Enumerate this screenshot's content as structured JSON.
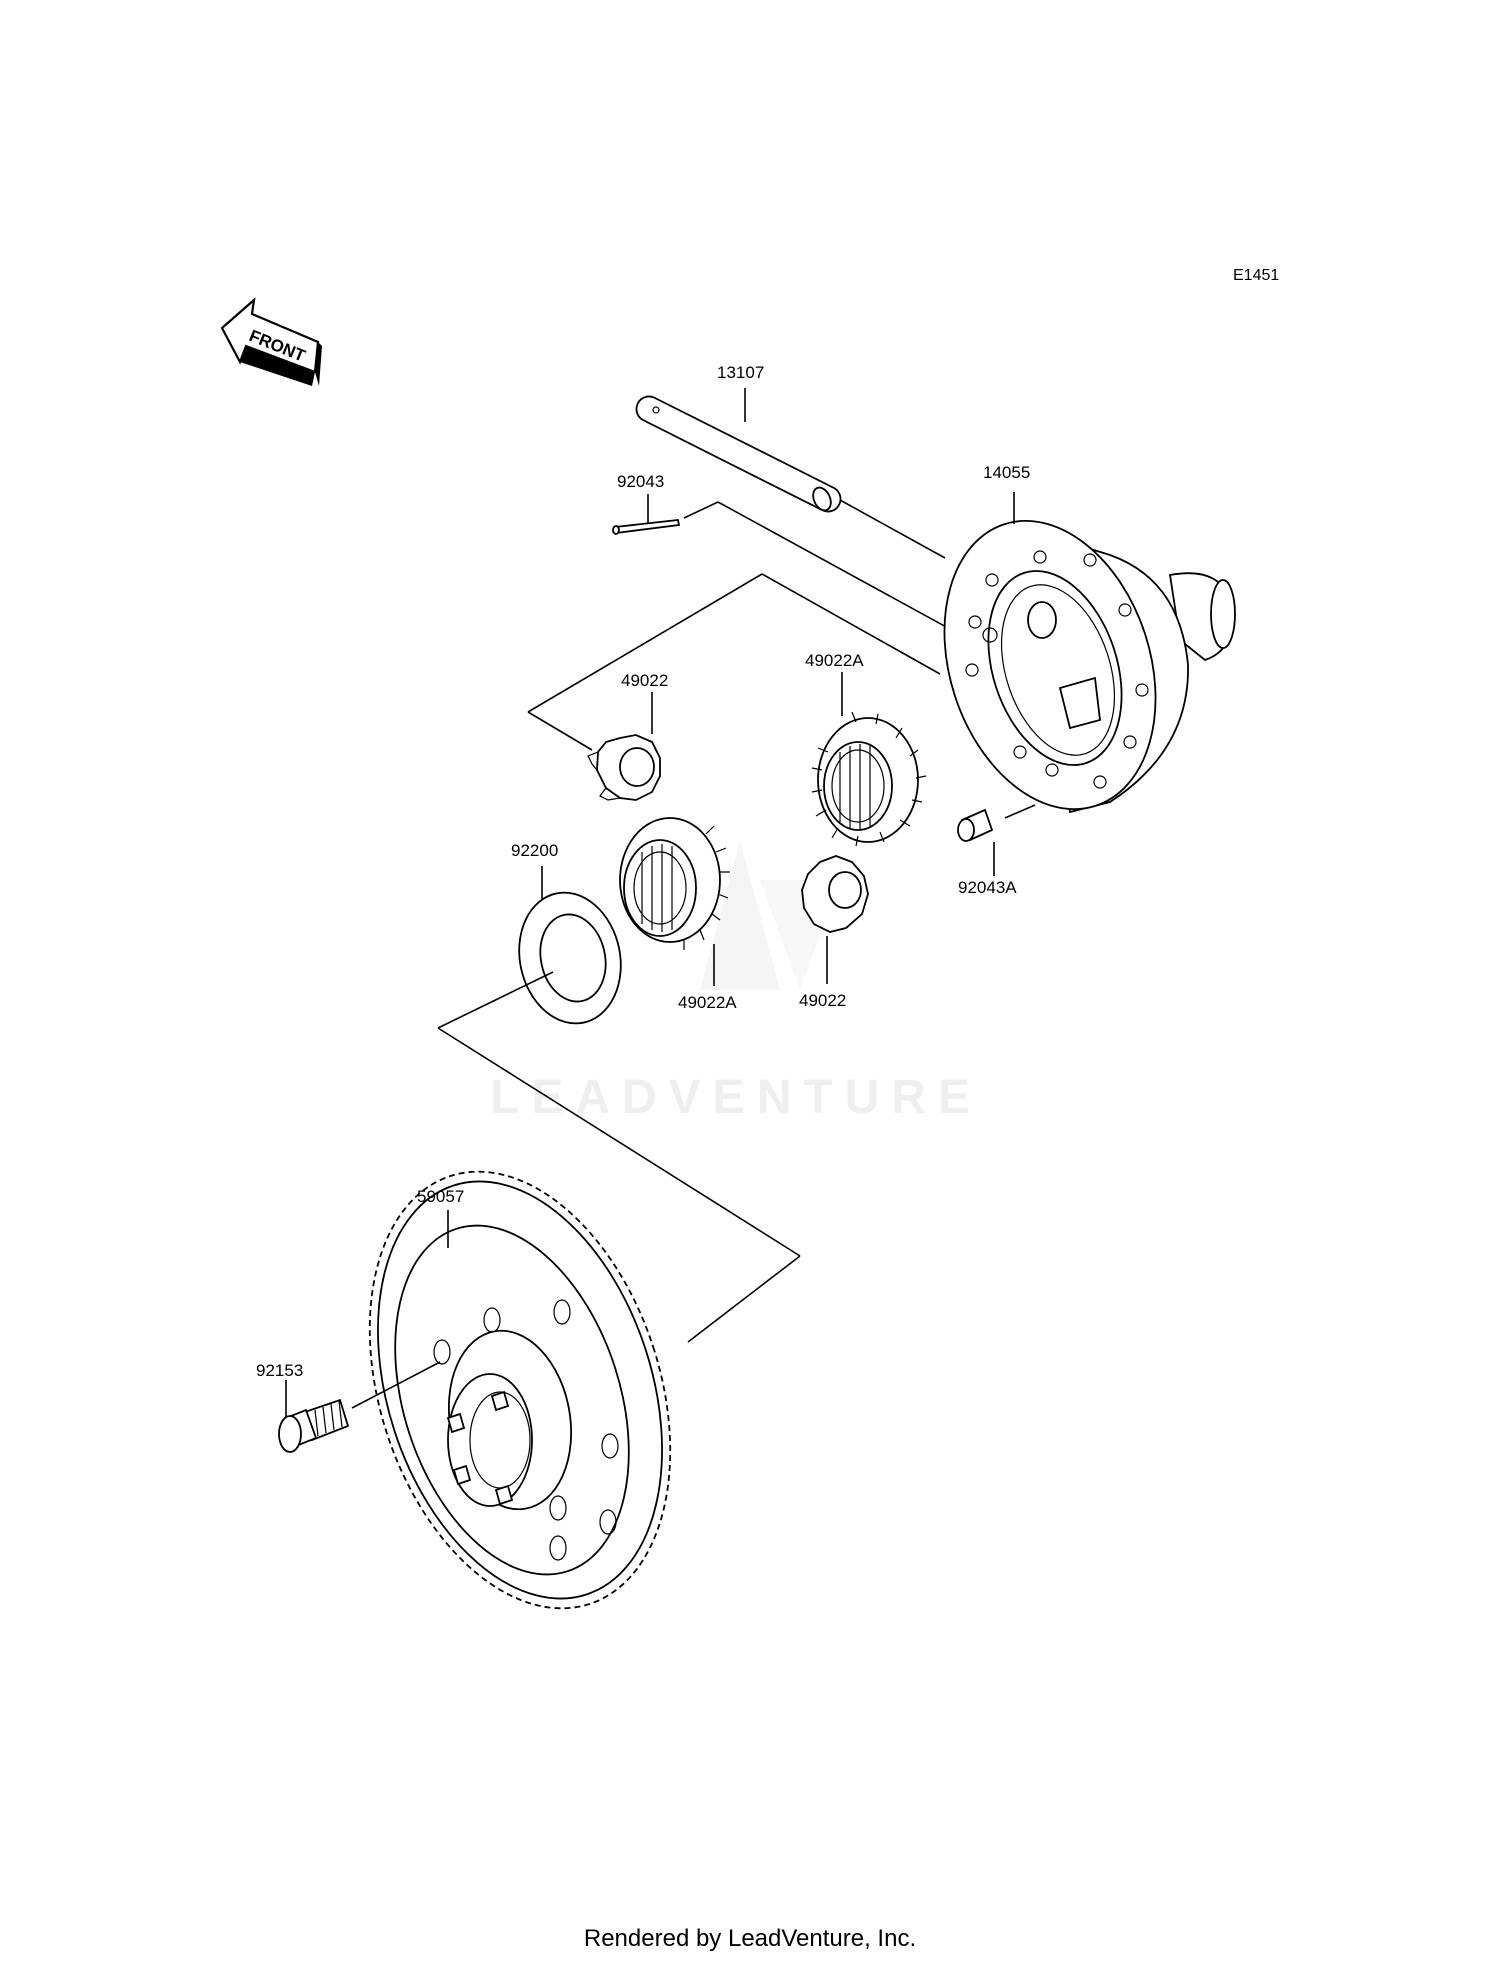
{
  "diagram_code": "E1451",
  "front_label": "FRONT",
  "watermark": "LEADVENTURE",
  "footer": "Rendered by LeadVenture, Inc.",
  "parts": {
    "p13107": "13107",
    "p92043": "92043",
    "p14055": "14055",
    "p49022_top": "49022",
    "p49022A_top": "49022A",
    "p92200": "92200",
    "p92043A": "92043A",
    "p49022A_bottom": "49022A",
    "p49022_bottom": "49022",
    "p59057": "59057",
    "p92153": "92153"
  }
}
